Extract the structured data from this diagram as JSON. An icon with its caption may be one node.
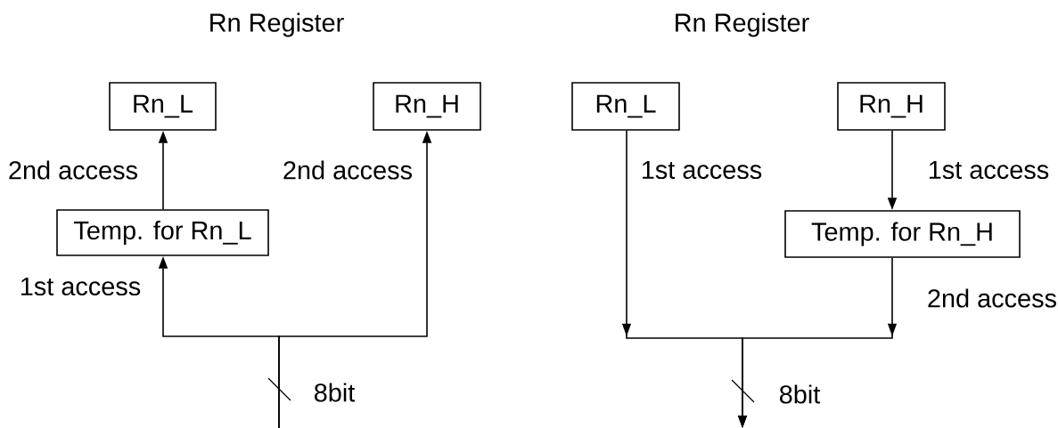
{
  "diagram": {
    "nodes": [
      {
        "text": [
          "Rn_L"
        ]
      },
      {
        "text": [
          "Rn_H"
        ]
      },
      {
        "text": [
          "Temp. for Rn_L"
        ]
      },
      {
        "text": [
          "Rn_L"
        ]
      },
      {
        "text": [
          "Rn_H"
        ]
      },
      {
        "text": [
          "Temp. for Rn_H"
        ]
      }
    ],
    "edges": [
      {
        "from": null,
        "to": 2,
        "arrow": "to",
        "label": "1st access"
      },
      {
        "from": 2,
        "to": 0,
        "arrow": "to",
        "label": "2nd access"
      },
      {
        "from": null,
        "to": 1,
        "arrow": "to",
        "label": "2nd access"
      },
      {
        "from": 3,
        "to": null,
        "arrow": "to",
        "label": "1st access"
      },
      {
        "from": 4,
        "to": 5,
        "arrow": "to",
        "label": "1st access"
      },
      {
        "from": 5,
        "to": null,
        "arrow": "to",
        "label": "2nd access"
      }
    ],
    "labels": [
      "Rn Register",
      "Rn Register",
      "8bit",
      "8bit"
    ]
  }
}
